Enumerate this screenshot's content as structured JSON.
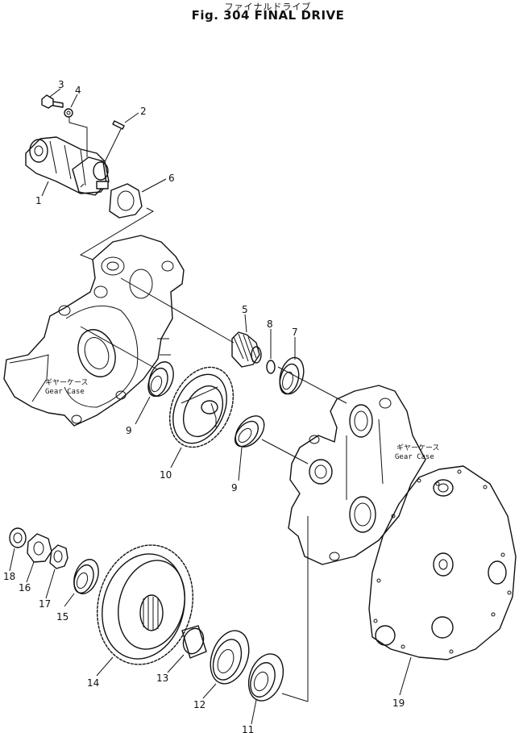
{
  "header": {
    "japanese_title": "ファイナルドライブ",
    "title": "Fig. 304  FINAL  DRIVE"
  },
  "captions": {
    "gear_case_left_jp": "ギヤーケース",
    "gear_case_left_en": "Gear  Case",
    "gear_case_right_jp": "ギヤーケース",
    "gear_case_right_en": "Gear  Case"
  },
  "callouts": {
    "c1": "1",
    "c2": "2",
    "c3": "3",
    "c4": "4",
    "c5": "5",
    "c6": "6",
    "c7": "7",
    "c8": "8",
    "c9a": "9",
    "c9b": "9",
    "c10": "10",
    "c11": "11",
    "c12": "12",
    "c13": "13",
    "c14": "14",
    "c15": "15",
    "c16": "16",
    "c17": "17",
    "c18": "18",
    "c19": "19"
  }
}
